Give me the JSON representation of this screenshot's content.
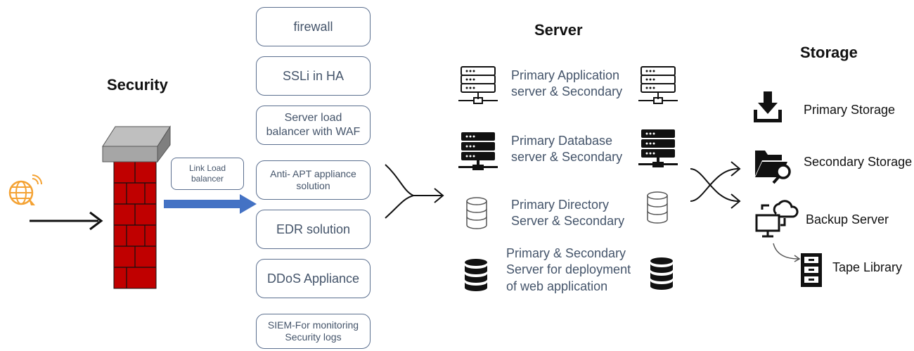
{
  "headings": {
    "security": "Security",
    "server": "Server",
    "storage": "Storage"
  },
  "link_load_balancer": "Link Load\nbalancer",
  "security_stack": [
    "firewall",
    "SSLi in HA",
    "Server load\nbalancer with WAF",
    "Anti- APT appliance\nsolution",
    "EDR solution",
    "DDoS Appliance",
    "SIEM-For monitoring\nSecurity logs"
  ],
  "servers": [
    "Primary Application\nserver & Secondary",
    "Primary Database\nserver & Secondary",
    "Primary Directory\nServer & Secondary",
    "Primary & Secondary\nServer for deployment\nof web application"
  ],
  "storage_items": [
    "Primary Storage",
    "Secondary Storage",
    "Backup Server",
    "Tape Library"
  ],
  "colors": {
    "brick": "#c00000",
    "firewall_cap": "#a6a6a6",
    "flow_arrow": "#4472c4",
    "globe": "#f4a233",
    "box_border": "#5b6f8f",
    "text": "#44546a"
  },
  "icons": [
    "globe-icon",
    "firewall-icon",
    "server-rack-icon",
    "database-icon",
    "download-icon",
    "folder-search-icon",
    "cloud-computer-icon",
    "file-cabinet-icon",
    "shuffle-icon",
    "merge-arrow-icon"
  ]
}
